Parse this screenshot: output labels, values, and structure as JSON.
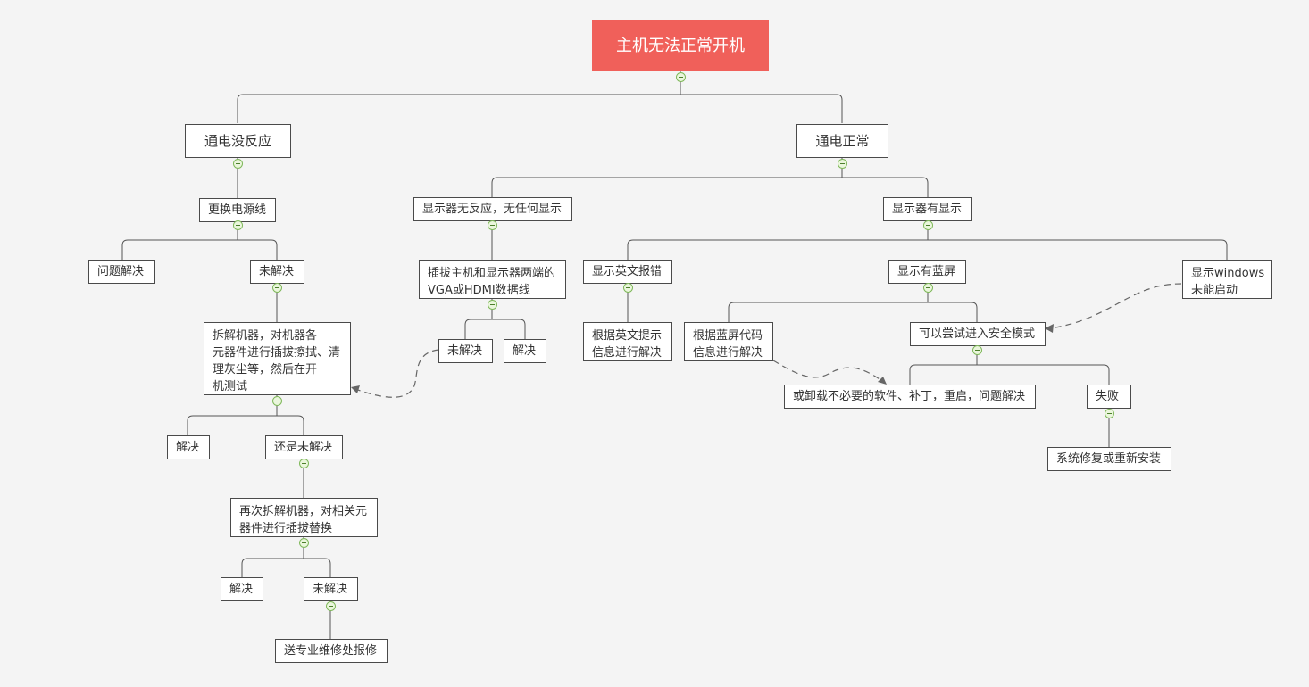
{
  "colors": {
    "root_fill": "#f0605a",
    "line": "#555555",
    "toggle": "#7fb85a",
    "background": "#f4f4f4"
  },
  "icons": {
    "collapse_toggle": "minus-circle-icon"
  },
  "mindmap": {
    "root": "主机无法正常开机",
    "power_no_response": {
      "label": "通电没反应",
      "replace_cable": "更换电源线",
      "solved_1": "问题解决",
      "unsolved_1": "未解决",
      "disassemble": [
        "拆解机器，对机器各",
        "元器件进行插拔擦拭、清",
        "理灰尘等，然后在开",
        "机测试"
      ],
      "solved_2": "解决",
      "still_unsolved": "还是未解决",
      "disassemble_again": [
        "再次拆解机器，对相关元",
        "器件进行插拔替换"
      ],
      "solved_3": "解决",
      "unsolved_3": "未解决",
      "send_repair": "送专业维修处报修"
    },
    "power_ok": {
      "label": "通电正常",
      "no_display": {
        "label": "显示器无反应，无任何显示",
        "replug_cable": [
          "插拔主机和显示器两端的",
          "VGA或HDMI数据线"
        ],
        "unsolved": "未解决",
        "solved": "解决"
      },
      "has_display": {
        "label": "显示器有显示",
        "english_error": "显示英文报错",
        "english_fix": [
          "根据英文提示",
          "信息进行解决"
        ],
        "blue_screen": "显示有蓝屏",
        "bsod_code_fix": [
          "根据蓝屏代码",
          "信息进行解决"
        ],
        "safe_mode": "可以尝试进入安全模式",
        "uninstall": "或卸载不必要的软件、补丁，重启，问题解决",
        "fail": "失败",
        "reinstall": "系统修复或重新安装",
        "windows_fail": [
          "显示windows",
          "未能启动"
        ]
      }
    }
  }
}
